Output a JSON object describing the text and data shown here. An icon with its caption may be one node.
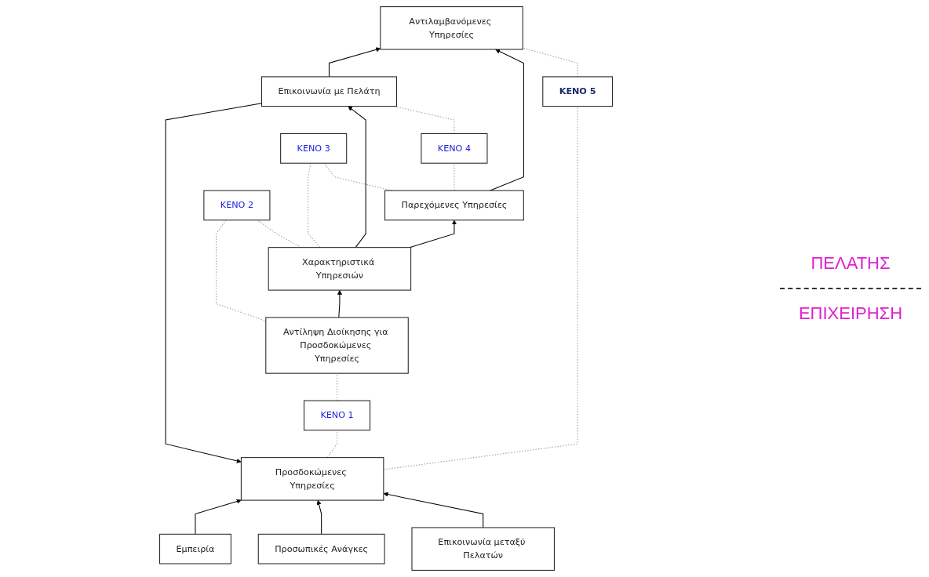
{
  "diagram": {
    "nodes": [
      {
        "text": [
          "Επικοινωνία μεταξύ Πελατών"
        ]
      },
      {
        "text": [
          "Προσωπικές Ανάγκες"
        ]
      },
      {
        "text": [
          "Εμπειρία"
        ]
      },
      {
        "text": [
          "Προσδοκώμενες Υπηρεσίες"
        ]
      },
      {
        "text": [
          "ΚΕΝΟ 5"
        ]
      },
      {
        "text": [
          "Αντιλαμβανόμενες Υπηρεσίες"
        ]
      },
      {
        "text": [
          "Παρεχόμενες Υπηρεσίες"
        ]
      },
      {
        "text": [
          "ΚΕΝΟ 4"
        ]
      },
      {
        "text": [
          "ΚΕΝΟ 1"
        ]
      },
      {
        "text": [
          "Επικοινωνία με Πελάτη"
        ]
      },
      {
        "text": [
          "ΚΕΝΟ 3"
        ]
      },
      {
        "text": [
          "Χαρακτηριστικά Υπηρεσιών"
        ]
      },
      {
        "text": [
          "ΚΕΝΟ 2"
        ]
      },
      {
        "text": [
          "Αντίληψη Διοίκησης για Προσδοκώμενες Υπηρεσίες"
        ]
      }
    ],
    "edges": [
      {
        "from": 0,
        "to": 3,
        "arrow": "to",
        "color": "#000000"
      },
      {
        "from": 1,
        "to": 3,
        "arrow": "to",
        "color": "#000000"
      },
      {
        "from": 2,
        "to": 3,
        "arrow": "to",
        "color": "#000000"
      },
      {
        "from": 4,
        "to": 3,
        "arrow": "none",
        "style": "dashed"
      },
      {
        "from": 4,
        "to": 5,
        "arrow": "none",
        "style": "dashed"
      },
      {
        "from": 8,
        "to": 3,
        "arrow": "none",
        "style": "dashed"
      },
      {
        "from": 8,
        "to": 13,
        "arrow": "none",
        "style": "dashed"
      },
      {
        "from": 7,
        "to": 6,
        "arrow": "none",
        "style": "dashed"
      },
      {
        "from": 7,
        "to": 9,
        "arrow": "none",
        "style": "dashed"
      },
      {
        "from": 10,
        "to": 6,
        "arrow": "none",
        "style": "dashed"
      },
      {
        "from": 10,
        "to": 11,
        "arrow": "none",
        "style": "dashed"
      },
      {
        "from": 12,
        "to": 11,
        "arrow": "none",
        "style": "dashed"
      },
      {
        "from": 12,
        "to": 13,
        "arrow": "none",
        "style": "dashed"
      },
      {
        "from": 13,
        "to": 11,
        "arrow": "to",
        "color": "#000000"
      },
      {
        "from": 11,
        "to": 6,
        "arrow": "to",
        "color": "#000000"
      },
      {
        "from": 6,
        "to": 5,
        "arrow": "to",
        "color": "#000000"
      },
      {
        "from": 11,
        "to": 9,
        "arrow": "to",
        "color": "#000000"
      },
      {
        "from": 9,
        "to": 3,
        "arrow": "to",
        "color": "#000000"
      },
      {
        "from": 9,
        "to": 5,
        "arrow": "to",
        "color": "#000000"
      }
    ],
    "labels": [
      "ΠΕΛΑΤΗΣ",
      "ΕΠΙΧΕΙΡΗΣΗ"
    ]
  }
}
